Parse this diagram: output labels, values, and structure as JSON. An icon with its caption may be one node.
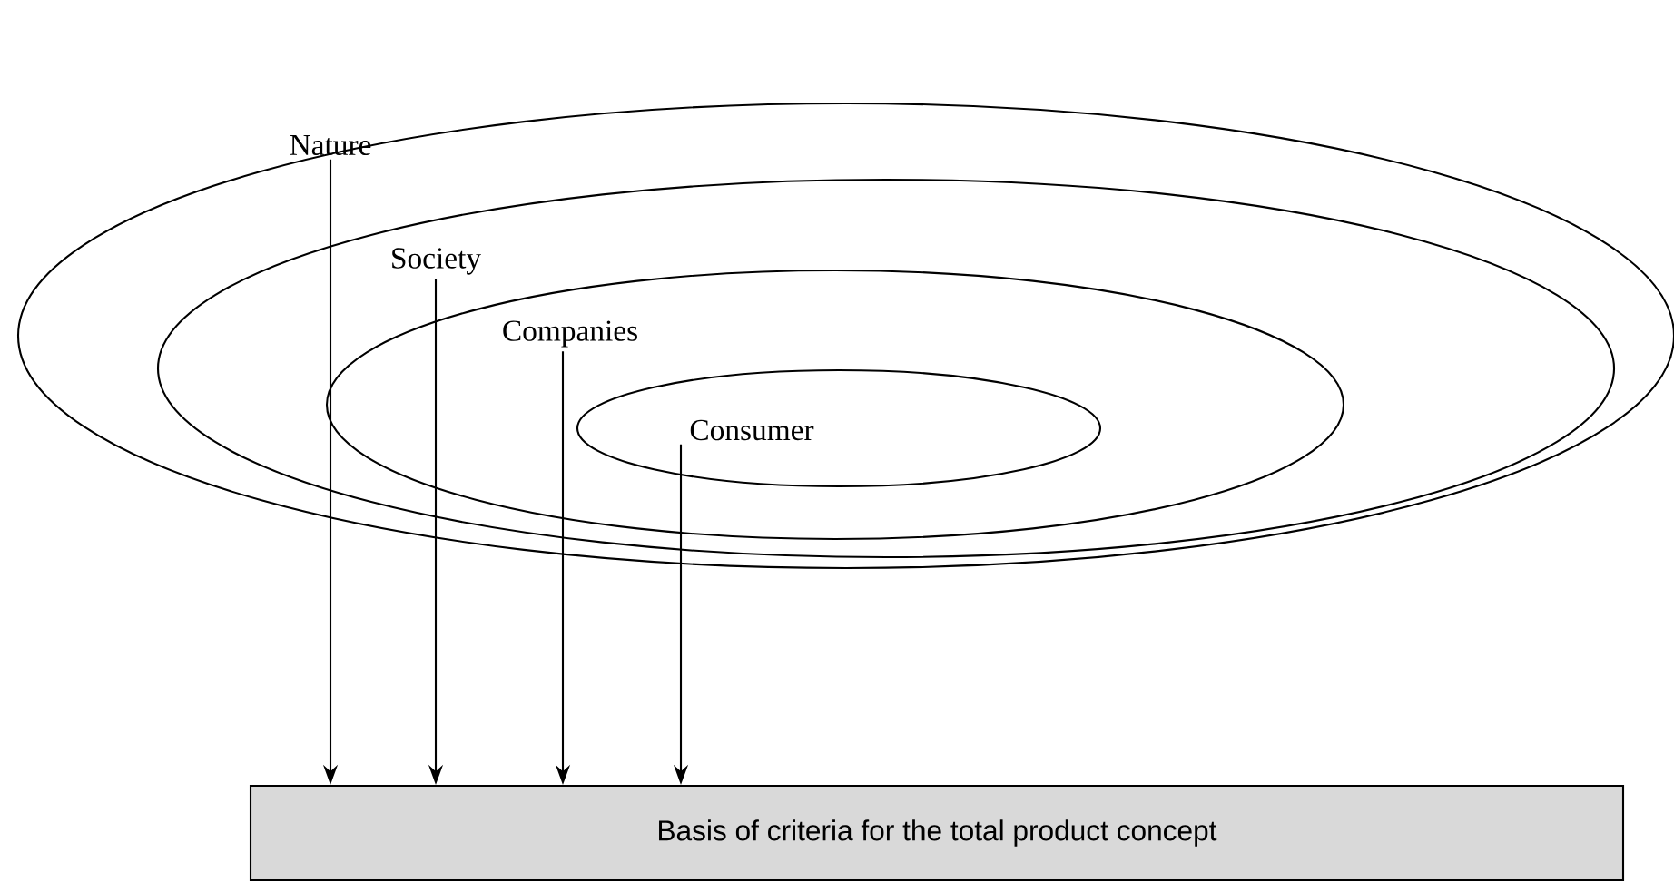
{
  "diagram": {
    "nodes": [
      {
        "text": [
          "Nature"
        ]
      },
      {
        "text": [
          "Society"
        ],
        "in": 0
      },
      {
        "text": [
          "Companies"
        ],
        "in": 1
      },
      {
        "text": [
          "Consumer"
        ],
        "in": 2
      },
      {
        "text": [
          "Basis of criteria for the total product concept"
        ]
      }
    ],
    "edges": [
      {
        "from": 0,
        "to": 4,
        "arrow": "to"
      },
      {
        "from": 1,
        "to": 4,
        "arrow": "to"
      },
      {
        "from": 2,
        "to": 4,
        "arrow": "to"
      },
      {
        "from": 3,
        "to": 4,
        "arrow": "to"
      }
    ]
  }
}
